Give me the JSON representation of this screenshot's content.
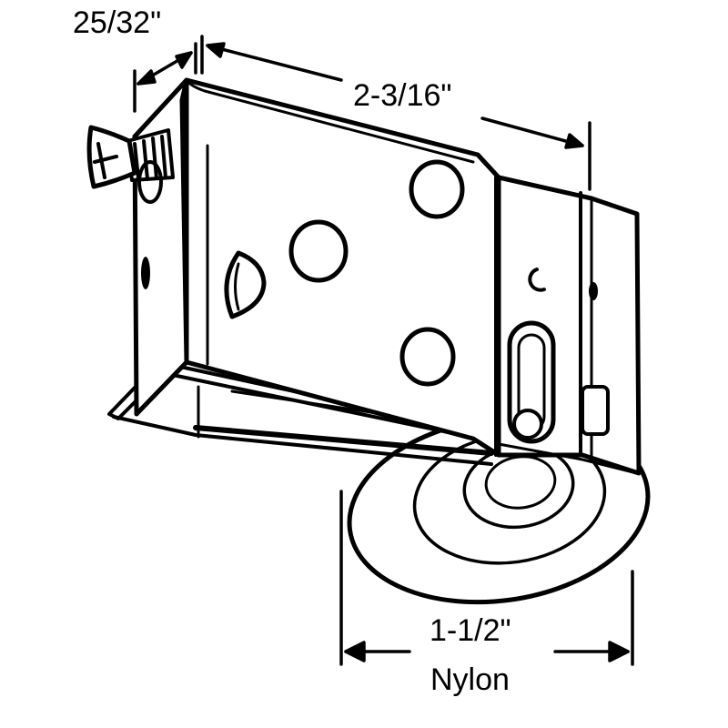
{
  "dimensions": {
    "screw_offset": "25/32\"",
    "housing_length": "2-3/16\"",
    "wheel_diameter": "1-1/2\"",
    "wheel_material": "Nylon"
  },
  "colors": {
    "line": "#000000",
    "fill": "#ffffff"
  }
}
